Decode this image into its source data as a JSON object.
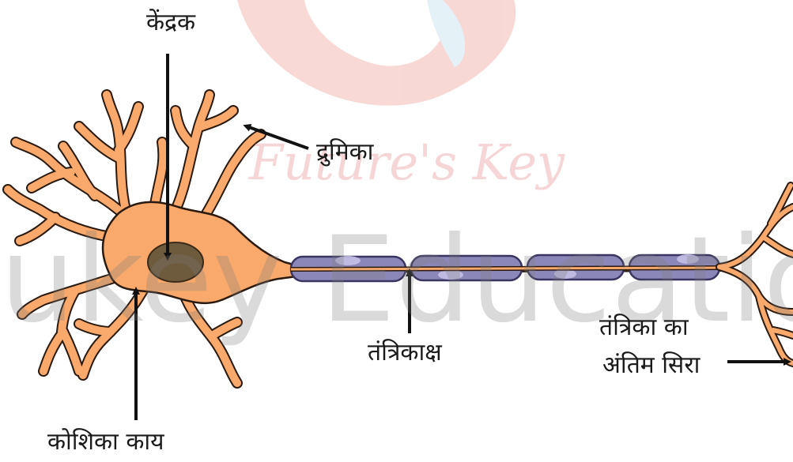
{
  "watermark": {
    "main_text": "ukey Education",
    "script_text": "Future's Key",
    "colors": {
      "logo": "#f3b9b2",
      "logo_accent": "#cfe6f2",
      "text": "#7d7d7d"
    }
  },
  "diagram": {
    "colors": {
      "neuron_fill": "#f8a96b",
      "neuron_stroke": "#2a1a10",
      "nucleus": "#6e5a3c",
      "myelin_fill": "#8b87b8",
      "myelin_highlight": "#c3c0e6",
      "arrow": "#111111"
    },
    "labels": {
      "nucleus": "केंद्रक",
      "dendrite": "द्रुमिका",
      "cell_body": "कोशिका  काय",
      "axon": "तंत्रिकाक्ष",
      "nerve_ending_line1": "तंत्रिका  का",
      "nerve_ending_line2": "अंतिम  सिरा"
    }
  }
}
